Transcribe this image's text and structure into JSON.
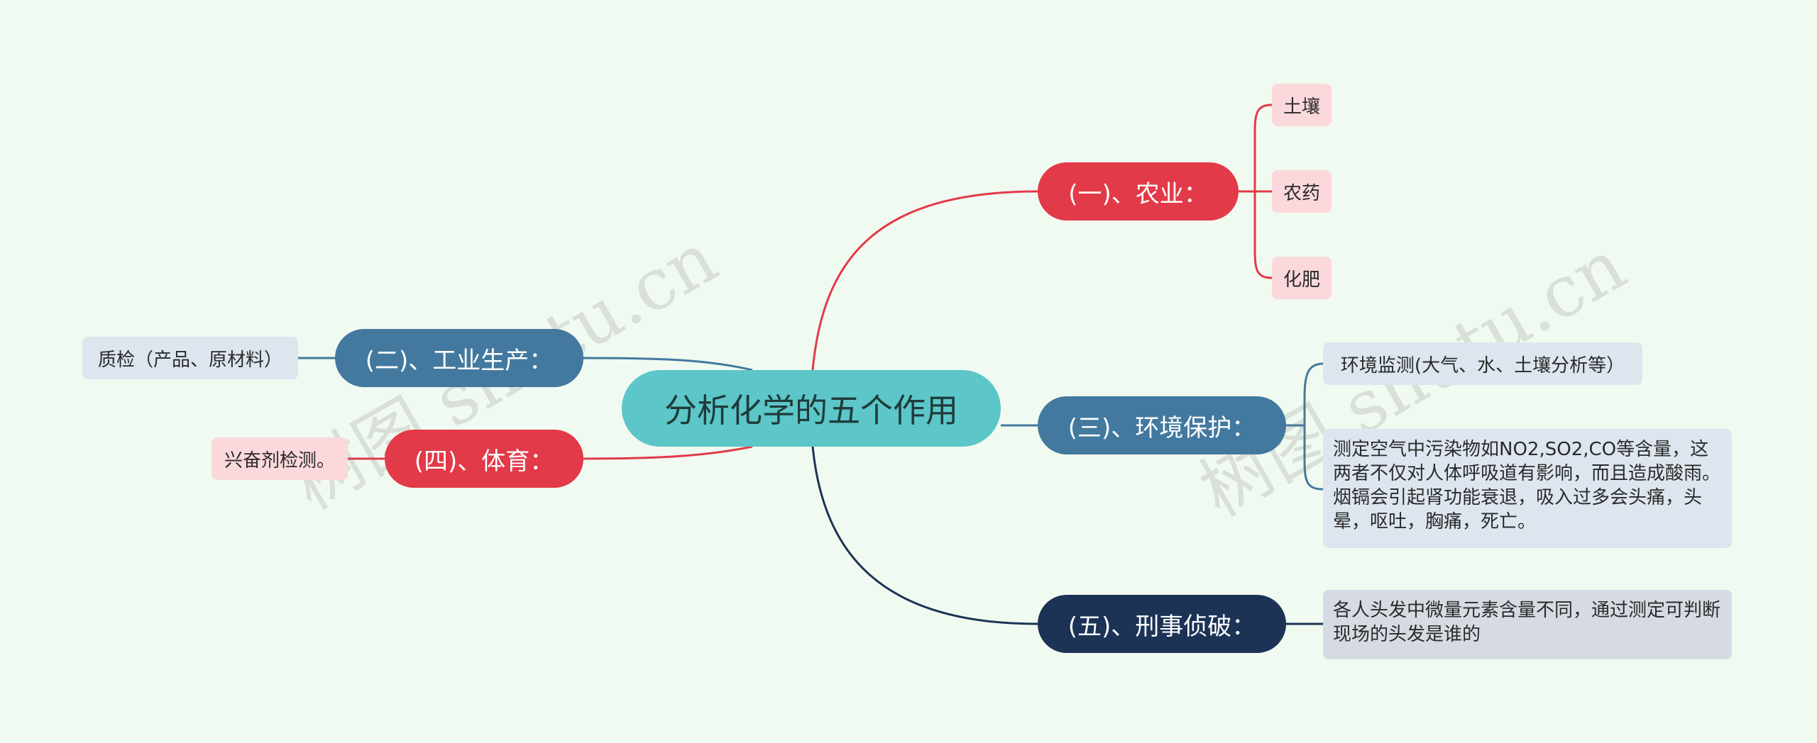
{
  "root": {
    "label": "分析化学的五个作用"
  },
  "branches": {
    "agriculture": {
      "label": "(一)、农业：",
      "leaves": [
        "土壤",
        "农药",
        "化肥"
      ]
    },
    "industry": {
      "label": "(二)、工业生产：",
      "leaves": [
        "质检（产品、原材料）"
      ]
    },
    "environment": {
      "label": "(三)、环境保护：",
      "leaves": [
        "环境监测(大气、水、土壤分析等）",
        "测定空气中污染物如NO2,SO2,CO等含量，这两者不仅对人体呼吸道有影响，而且造成酸雨。烟镉会引起肾功能衰退，吸入过多会头痛，头晕，呕吐，胸痛，死亡。"
      ]
    },
    "sports": {
      "label": "(四)、体育：",
      "leaves": [
        "兴奋剂检测。"
      ]
    },
    "forensics": {
      "label": "(五)、刑事侦破：",
      "leaves": [
        "各人头发中微量元素含量不同，通过测定可判断现场的头发是谁的"
      ]
    }
  },
  "watermarks": [
    "树图 shutu.cn",
    "树图 shutu.cn"
  ],
  "colors": {
    "background": "#f1faf0",
    "root": "#5cc6c8",
    "red": "#e23a48",
    "steel": "#43799f",
    "navy": "#1c3356",
    "leaf_pink": "#fbd8dc",
    "leaf_blue": "#dde6ef"
  }
}
